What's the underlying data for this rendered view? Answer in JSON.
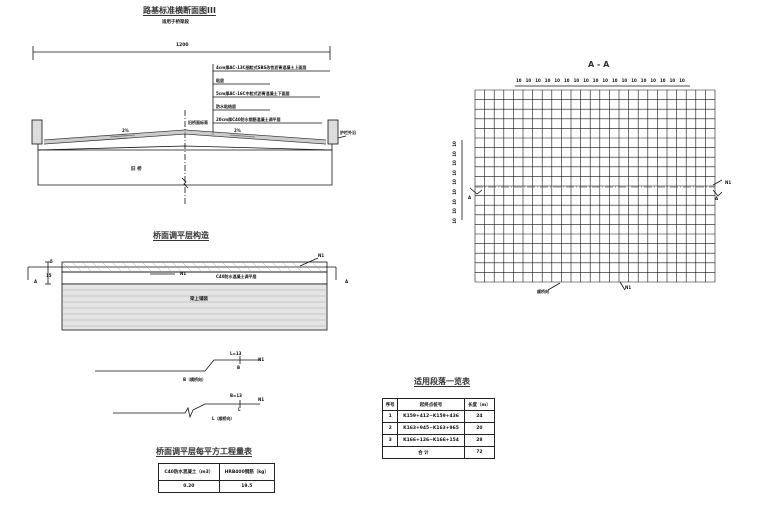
{
  "cross_section": {
    "title": "路基标准横断面图III",
    "subtitle": "适用于桥梁段",
    "width_label": "1200",
    "layers": [
      "4cm厚AC-13C细粒式SBS改性沥青混凝土上面层",
      "粘层",
      "5cm厚AC-16C中粒式沥青混凝土下面层",
      "防水粘结层",
      "20cm厚C40防水钢筋混凝土调平层"
    ],
    "centerline_label": "旧桥面标高",
    "slope_left": "2%",
    "slope_right": "2%",
    "guardrail_label": "护栏外沿",
    "bridge_label": "旧 桥"
  },
  "leveling": {
    "title": "桥面调平层构造",
    "dim_left": "5",
    "dim_left2": "15",
    "mid_label": "C40防水混凝土调平层",
    "n1_label": "N1",
    "n1_mid": "N1",
    "beam_label": "梁上铺装",
    "mark_left": "A",
    "mark_right": "A"
  },
  "rebar": {
    "b_top": "L=13",
    "b_n": "N1",
    "b_mid": "B",
    "b_caption": "B（横桥向）",
    "l_top": "B=13",
    "l_n": "N1",
    "l_mid": "L",
    "l_caption": "L（顺桥向）"
  },
  "grid": {
    "title": "A - A",
    "top_spacing": "10",
    "left_spacing": "10",
    "n1_right": "N1",
    "n1_bottom": "N1",
    "bottom_label": "顺桥向",
    "left_arrow": "A",
    "right_arrow": "A"
  },
  "quantity_table": {
    "title": "桥面调平层每平方工程量表",
    "headers": [
      "C40防水混凝土（m3）",
      "HRB400钢筋（kg）"
    ],
    "values": [
      "0.20",
      "19.5"
    ]
  },
  "section_table": {
    "title": "适用段落一览表",
    "headers": [
      "序号",
      "起终点桩号",
      "长度（m）"
    ],
    "rows": [
      [
        "1",
        "K159+412~K159+436",
        "24"
      ],
      [
        "2",
        "K163+945~K163+965",
        "20"
      ],
      [
        "3",
        "K166+126~K166+154",
        "28"
      ]
    ],
    "total_label": "合 计",
    "total_value": "72"
  }
}
